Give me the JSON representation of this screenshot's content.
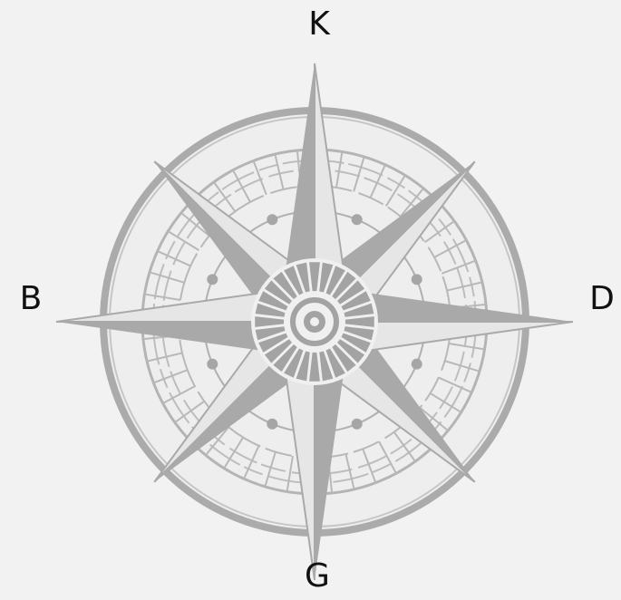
{
  "compass": {
    "north_label": "K",
    "south_label": "G",
    "west_label": "B",
    "east_label": "D"
  },
  "colors": {
    "background": "#f2f2f2",
    "rose_gray": "#aaaaaa",
    "rose_dark": "#999999",
    "rose_light": "#e8e8e8",
    "label": "#111111"
  }
}
